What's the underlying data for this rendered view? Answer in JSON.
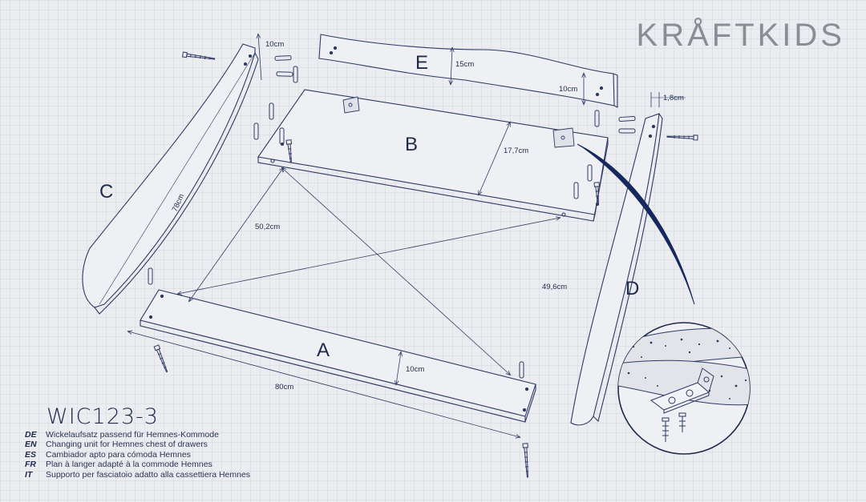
{
  "brand": {
    "logo": "KRÅFTKIDS"
  },
  "product": {
    "code": "WIC123-3",
    "descriptions": [
      {
        "lang": "DE",
        "text": "Wickelaufsatz passend für Hemnes-Kommode"
      },
      {
        "lang": "EN",
        "text": "Changing unit for Hemnes chest of drawers"
      },
      {
        "lang": "ES",
        "text": "Cambiador apto para cómoda Hemnes"
      },
      {
        "lang": "FR",
        "text": "Plan à langer adapté à la commode Hemnes"
      },
      {
        "lang": "IT",
        "text": "Supporto per fasciatoio adatto alla cassettiera Hemnes"
      }
    ]
  },
  "parts": {
    "a": "A",
    "b": "B",
    "c": "C",
    "d": "D",
    "e": "E"
  },
  "dimensions": {
    "c_width": "10cm",
    "c_length": "78cm",
    "e_height_mid": "15cm",
    "e_height_end": "10cm",
    "d_thickness": "1,8cm",
    "b_depth": "17,7cm",
    "diag_1": "50,2cm",
    "diag_2": "49,6cm",
    "a_height": "10cm",
    "a_length": "80cm"
  },
  "colors": {
    "ink": "#1f2a4d",
    "line": "#2e3a63",
    "accent": "#16285e",
    "logo": "#8a8d96"
  }
}
